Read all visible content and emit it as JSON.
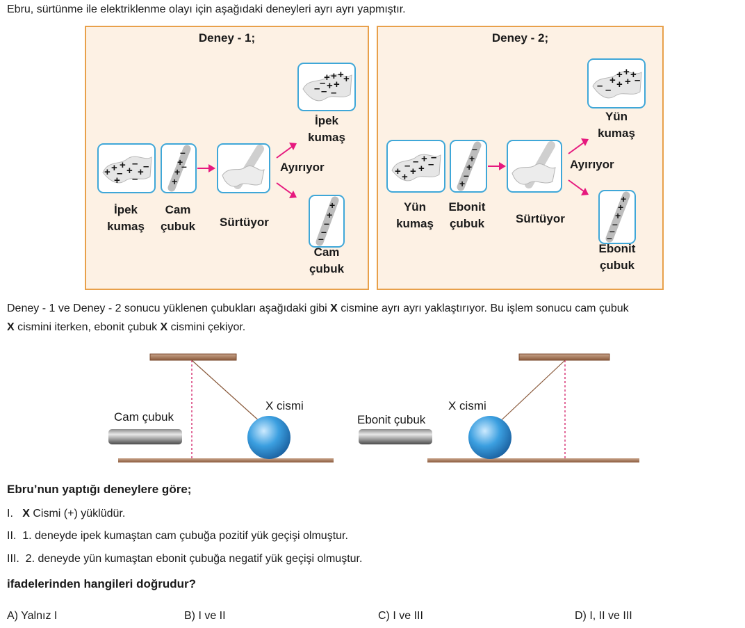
{
  "intro": "Ebru, sürtünme ile elektriklenme olayı için aşağıdaki deneyleri ayrı ayrı yapmıştır.",
  "deney1": {
    "title": "Deney - 1;",
    "fabric_label_1": "İpek",
    "fabric_label_2": "kumaş",
    "rod_label_1": "Cam",
    "rod_label_2": "çubuk",
    "rub_label": "Sürtüyor",
    "separate_label": "Ayırıyor",
    "result_fabric_1": "İpek",
    "result_fabric_2": "kumaş",
    "result_rod_1": "Cam",
    "result_rod_2": "çubuk"
  },
  "deney2": {
    "title": "Deney - 2;",
    "fabric_label_1": "Yün",
    "fabric_label_2": "kumaş",
    "rod_label_1": "Ebonit",
    "rod_label_2": "çubuk",
    "rub_label": "Sürtüyor",
    "separate_label": "Ayırıyor",
    "result_fabric_1": "Yün",
    "result_fabric_2": "kumaş",
    "result_rod_1": "Ebonit",
    "result_rod_2": "çubuk"
  },
  "description": {
    "line1_a": "Deney - 1 ve Deney - 2 sonucu yüklenen çubukları aşağıdaki gibi ",
    "line1_b": "X",
    "line1_c": " cismine ayrı ayrı yaklaştırıyor. Bu işlem sonucu cam çubuk",
    "line2_a": "X",
    "line2_b": " cismini iterken, ebonit çubuk ",
    "line2_c": "X",
    "line2_d": " cismini çekiyor."
  },
  "scene1": {
    "rod_label": "Cam çubuk",
    "ball_label": "X cismi"
  },
  "scene2": {
    "rod_label": "Ebonit çubuk",
    "ball_label": "X cismi"
  },
  "question": {
    "lead": "Ebru’nun yaptığı deneylere göre;",
    "s1_num": "I.",
    "s1_bold": "X",
    "s1_text": " Cismi (+) yüklüdür.",
    "s2_num": "II.",
    "s2_text": "1. deneyde ipek kumaştan cam çubuğa pozitif yük geçişi olmuştur.",
    "s3_num": "III.",
    "s3_text": "2. deneyde yün kumaştan ebonit çubuğa negatif yük geçişi olmuştur.",
    "prompt": "ifadelerinden hangileri doğrudur?"
  },
  "options": {
    "a": "A) Yalnız I",
    "b": "B) I ve II",
    "c": "C) I ve III",
    "d": "D) I, II ve III"
  },
  "colors": {
    "panel_border": "#e8a04a",
    "panel_fill": "#fdf1e4",
    "card_border": "#3fa7d8",
    "arrow": "#e6197e",
    "ball": "#3b9fe0",
    "wood": "#8a5a3c"
  }
}
